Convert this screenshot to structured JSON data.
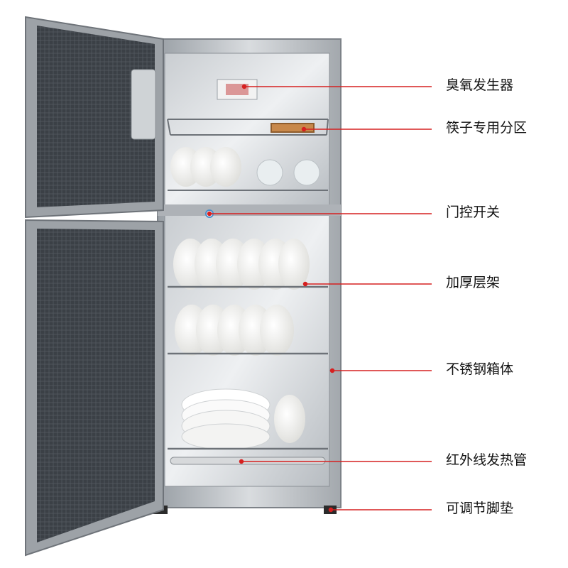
{
  "labels": [
    {
      "id": "ozone",
      "text": "臭氧发生器"
    },
    {
      "id": "chopsticks",
      "text": "筷子专用分区"
    },
    {
      "id": "door-switch",
      "text": "门控开关"
    },
    {
      "id": "rack",
      "text": "加厚层架"
    },
    {
      "id": "steel-body",
      "text": "不锈钢箱体"
    },
    {
      "id": "heater",
      "text": "红外线发热管"
    },
    {
      "id": "feet",
      "text": "可调节脚垫"
    }
  ],
  "colors": {
    "leader_line": "#d62020",
    "label_text": "#111111",
    "steel": "#b9bcc0",
    "glass": "#2a2e33",
    "bowl": "#f4f4f2"
  }
}
